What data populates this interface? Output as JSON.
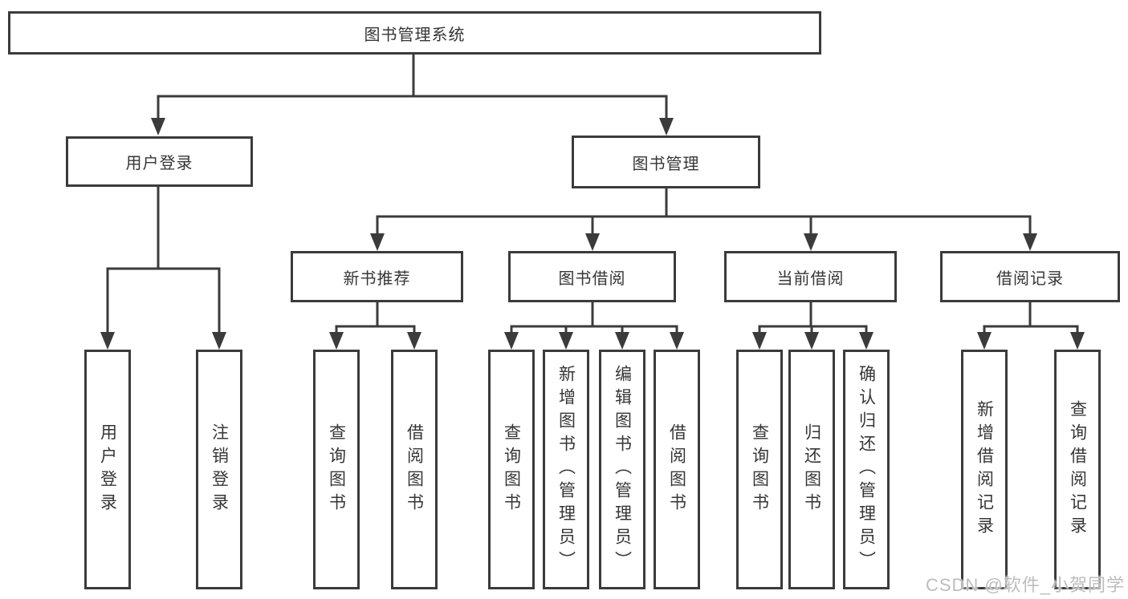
{
  "tree": {
    "root": {
      "label": "图书管理系统",
      "children": [
        {
          "label": "用户登录",
          "children": [
            {
              "label": "用户登录"
            },
            {
              "label": "注销登录"
            }
          ]
        },
        {
          "label": "图书管理",
          "children": [
            {
              "label": "新书推荐",
              "children": [
                {
                  "label": "查询图书"
                },
                {
                  "label": "借阅图书"
                }
              ]
            },
            {
              "label": "图书借阅",
              "children": [
                {
                  "label": "查询图书"
                },
                {
                  "label": "新增图书（管理员）"
                },
                {
                  "label": "编辑图书（管理员）"
                },
                {
                  "label": "借阅图书"
                }
              ]
            },
            {
              "label": "当前借阅",
              "children": [
                {
                  "label": "查询图书"
                },
                {
                  "label": "归还图书"
                },
                {
                  "label": "确认归还（管理员）"
                }
              ]
            },
            {
              "label": "借阅记录",
              "children": [
                {
                  "label": "新增借阅记录"
                },
                {
                  "label": "查询借阅记录"
                }
              ]
            }
          ]
        }
      ]
    }
  },
  "watermark": {
    "text": "CSDN @软件_小贺同学"
  },
  "colors": {
    "line": "#3b3b3b",
    "text": "#363636",
    "background": "#ffffff",
    "watermark": "#bdbdbd"
  }
}
